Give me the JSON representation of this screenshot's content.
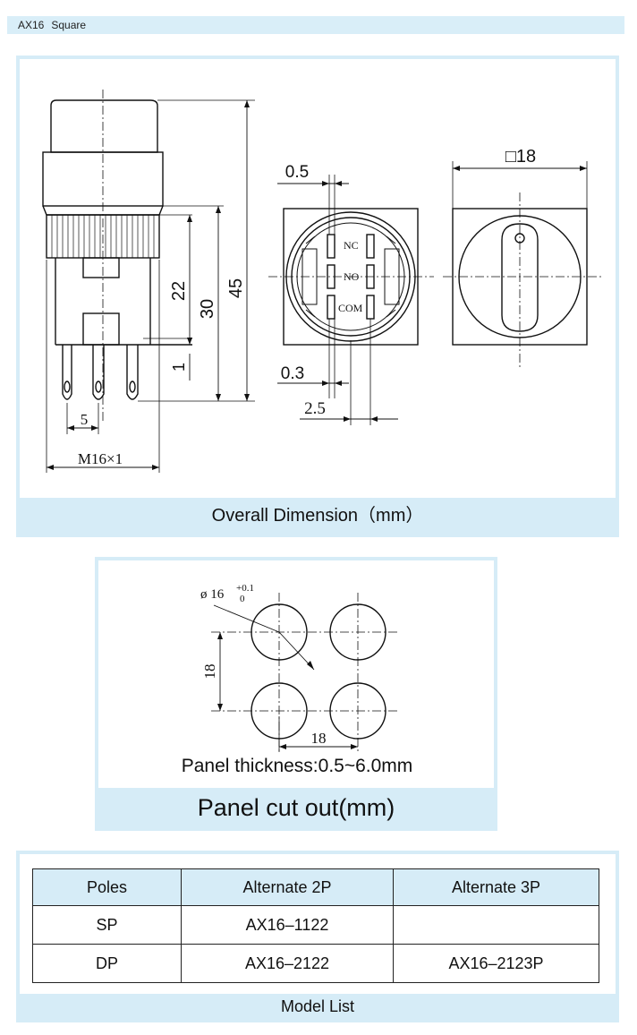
{
  "header": {
    "series": "AX16",
    "shape": "Square"
  },
  "overall": {
    "caption": "Overall  Dimension（mm）",
    "dims": {
      "d22": "22",
      "d30": "30",
      "d45": "45",
      "d1": "1",
      "d5": "5",
      "thread": "M16×1",
      "d05": "0.5",
      "d03": "0.3",
      "d25": "2.5",
      "sq18": "□18"
    },
    "terminals": {
      "nc": "NC",
      "no": "NO",
      "com": "COM"
    }
  },
  "cutout": {
    "diameter_label": "ø 16",
    "tol_upper": "+0.1",
    "tol_lower": "0",
    "pitch_v": "18",
    "pitch_h": "18",
    "thickness": "Panel thickness:0.5~6.0mm",
    "caption": "Panel cut out(mm)"
  },
  "models": {
    "headers": [
      "Poles",
      "Alternate 2P",
      "Alternate 3P"
    ],
    "rows": [
      [
        "SP",
        "AX16‒1122",
        ""
      ],
      [
        "DP",
        "AX16‒2122",
        "AX16‒2123P"
      ]
    ],
    "caption": "Model List"
  }
}
